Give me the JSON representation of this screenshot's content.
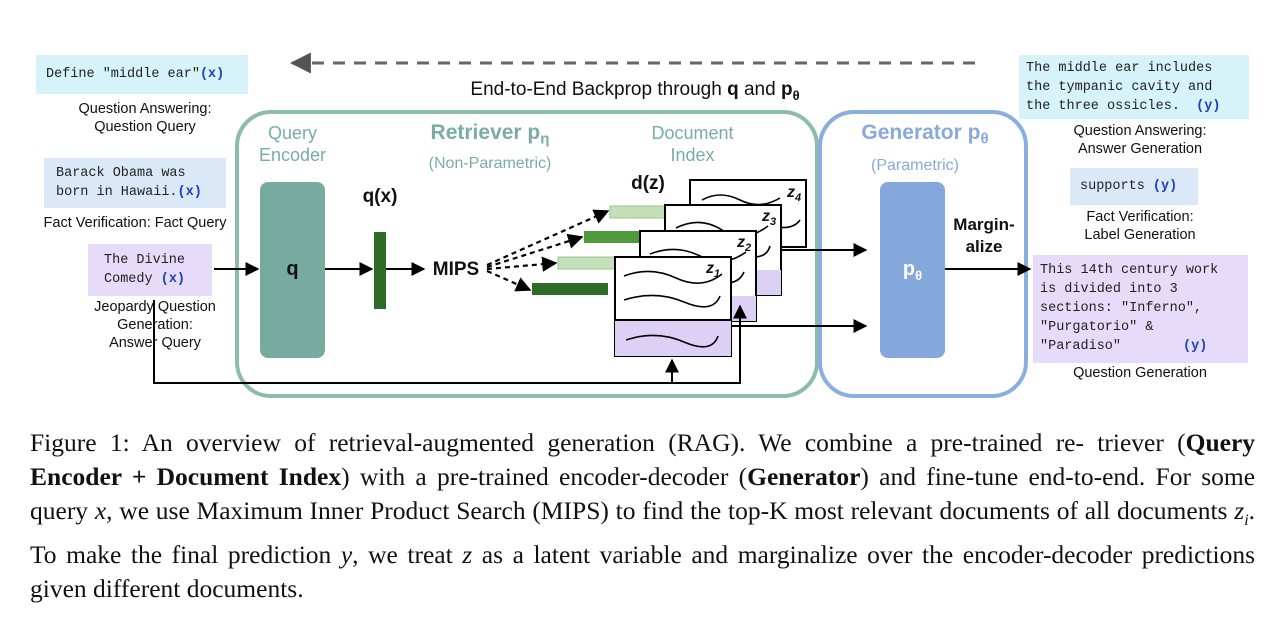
{
  "figure": {
    "backprop_label": "End-to-End Backprop through q and pθ",
    "backprop_prefix": "End-to-End Backprop through ",
    "backprop_q": "q",
    "backprop_and": " and ",
    "backprop_p": "p",
    "backprop_theta": "θ",
    "inputs": [
      {
        "text": "Define \"middle ear\"",
        "var": "(x)",
        "caption": [
          "Question Answering:",
          "Question Query"
        ],
        "color": "#d5f3f8"
      },
      {
        "text": "Barack Obama was\nborn in Hawaii.",
        "var": "(x)",
        "caption": [
          "Fact Verification: Fact Query"
        ],
        "color": "#dbe8f8"
      },
      {
        "text": "The Divine\nComedy",
        "var": "(x)",
        "caption": [
          "Jeopardy Question",
          "Generation:",
          "Answer Query"
        ],
        "color": "#e6dbf8"
      }
    ],
    "outputs": [
      {
        "text": "The middle ear includes\nthe tympanic cavity and\nthe three ossicles.",
        "var": "(y)",
        "caption": [
          "Question Answering:",
          "Answer Generation"
        ],
        "color": "#d5f3f8"
      },
      {
        "text": "supports",
        "var": "(y)",
        "caption": [
          "Fact Verification:",
          "Label Generation"
        ],
        "color": "#dbe8f8"
      },
      {
        "text": "This 14th century work\nis divided into 3\nsections: \"Inferno\",\n\"Purgatorio\" &\n\"Paradiso\"",
        "var": "(y)",
        "caption": [
          "Question Generation"
        ],
        "color": "#e6dbf8"
      }
    ],
    "retriever": {
      "title": "Retriever p",
      "subscript": "η",
      "subtitle": "(Non-Parametric)",
      "query_encoder": [
        "Query",
        "Encoder"
      ],
      "document_index": [
        "Document",
        "Index"
      ],
      "q_block": "q",
      "qx": "q(x)",
      "mips": "MIPS",
      "dz": "d(z)",
      "docs": [
        "z",
        "z",
        "z",
        "z"
      ],
      "doc_subs": [
        "1",
        "2",
        "3",
        "4"
      ]
    },
    "generator": {
      "title": "Generator p",
      "subscript": "θ",
      "subtitle": "(Parametric)",
      "block": "p",
      "block_sub": "θ",
      "marginalize": [
        "Margin-",
        "alize"
      ]
    },
    "colors": {
      "retriever_border": "#8dbbae",
      "generator_border": "#8aaede",
      "encoder_block": "#78aba0",
      "generator_block": "#85a8dc",
      "dark_green": "#2e6b26",
      "light_green": "#c5e0b8",
      "doc_purple": "#ddd0f5"
    }
  },
  "caption": {
    "label": "Figure 1:",
    "s1": "An overview of retrieval-augmented generation (RAG). We combine a pre-trained re-",
    "s2a": "triever (",
    "s2b": "Query Encoder + Document Index",
    "s2c": ") with a pre-trained encoder-decoder (",
    "s2d": "Generator",
    "s2e": ") and",
    "s3a": "fine-tune end-to-end. For some query ",
    "s3x": "x",
    "s3b": ", we use Maximum Inner Product Search (MIPS) to find the",
    "s4a": "top-K most relevant documents of all documents ",
    "s4z": "z",
    "s4i": "i",
    "s4b": ". To make the final prediction ",
    "s4y": "y",
    "s4c": ", we treat ",
    "s4z2": "z",
    "s4d": " as a",
    "s5": "latent variable and marginalize over the encoder-decoder predictions given different documents."
  }
}
